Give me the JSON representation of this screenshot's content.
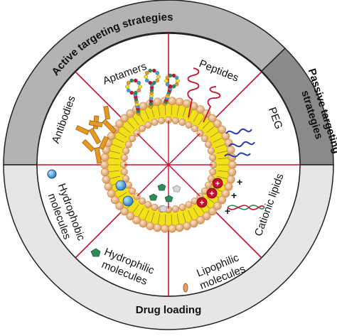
{
  "ring_labels": {
    "active": "Active targeting strategies",
    "passive_line1": "Passive targeting",
    "passive_line2": "strategies",
    "drug": "Drug loading"
  },
  "sectors": {
    "aptamers": "Aptamers",
    "peptides": "Peptides",
    "peg": "PEG",
    "cationic": "Cationic lipids",
    "lipophilic_1": "Lipophilic",
    "lipophilic_2": "molecules",
    "hydrophilic_1": "Hydrophilic",
    "hydrophilic_2": "molecules",
    "hydrophobic_1": "Hydrophobic",
    "hydrophobic_2": "molecules",
    "antibodies": "Antibodies"
  },
  "colors": {
    "ring_gray": "#b3b3b3",
    "ring_dark": "#8a8a8a",
    "ring_light": "#e6e6e6",
    "spoke_red": "#c8102e",
    "lipid_head": "#e8b07a",
    "lipid_yellow": "#f2e11a",
    "antibody_orange": "#e39a23",
    "peg_blue": "#2a3aa8",
    "hydrophobic_blue": "#3aa0dc",
    "hydrophilic_green": "#2e8b57"
  }
}
